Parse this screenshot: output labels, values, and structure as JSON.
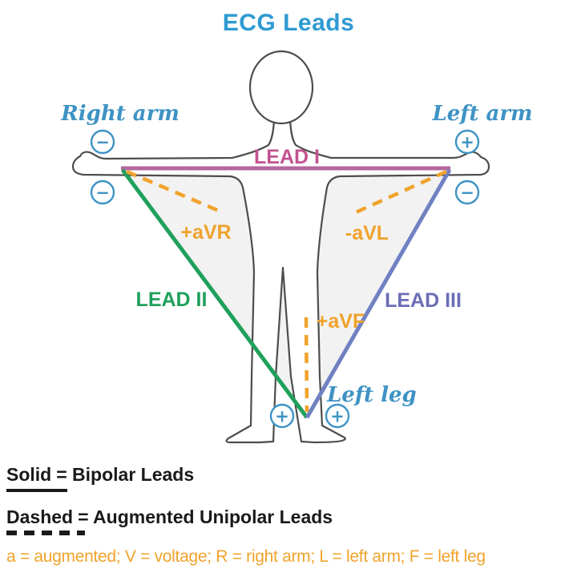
{
  "title": "ECG Leads",
  "body_labels": {
    "right_arm": "Right arm",
    "left_arm": "Left arm",
    "left_leg": "Left leg"
  },
  "electrodes": {
    "plus": "+",
    "minus": "−"
  },
  "leads": {
    "lead_i": {
      "label": "LEAD I",
      "line_color": "#b4679e",
      "text_color": "#c2538f",
      "style": "solid"
    },
    "lead_ii": {
      "label": "LEAD II",
      "line_color": "#1fa05c",
      "text_color": "#1fa05c",
      "style": "solid"
    },
    "lead_iii": {
      "label": "LEAD III",
      "line_color": "#7081c2",
      "text_color": "#6b6db5",
      "style": "solid"
    },
    "avr": {
      "label": "+aVR",
      "line_color": "#f0a32c",
      "text_color": "#f0a32c",
      "style": "dashed"
    },
    "avl": {
      "label": "-aVL",
      "line_color": "#f0a32c",
      "text_color": "#f0a32c",
      "style": "dashed"
    },
    "avf": {
      "label": "+aVF",
      "line_color": "#f0a32c",
      "text_color": "#f0a32c",
      "style": "dashed"
    }
  },
  "legend": {
    "solid": {
      "term": "Solid",
      "definition": "= Bipolar Leads"
    },
    "dashed": {
      "term": "Dashed",
      "definition": "= Augmented Unipolar Leads"
    },
    "footnote": "a = augmented; V = voltage; R = right arm; L = left arm; F = left leg"
  },
  "colors": {
    "title_blue": "#2e9ad2",
    "label_blue": "#3e93c4",
    "outline_gray": "#4d4d4d",
    "legend_black": "#1a1a1a",
    "triangle_fill": "rgba(0,0,0,0.05)"
  }
}
